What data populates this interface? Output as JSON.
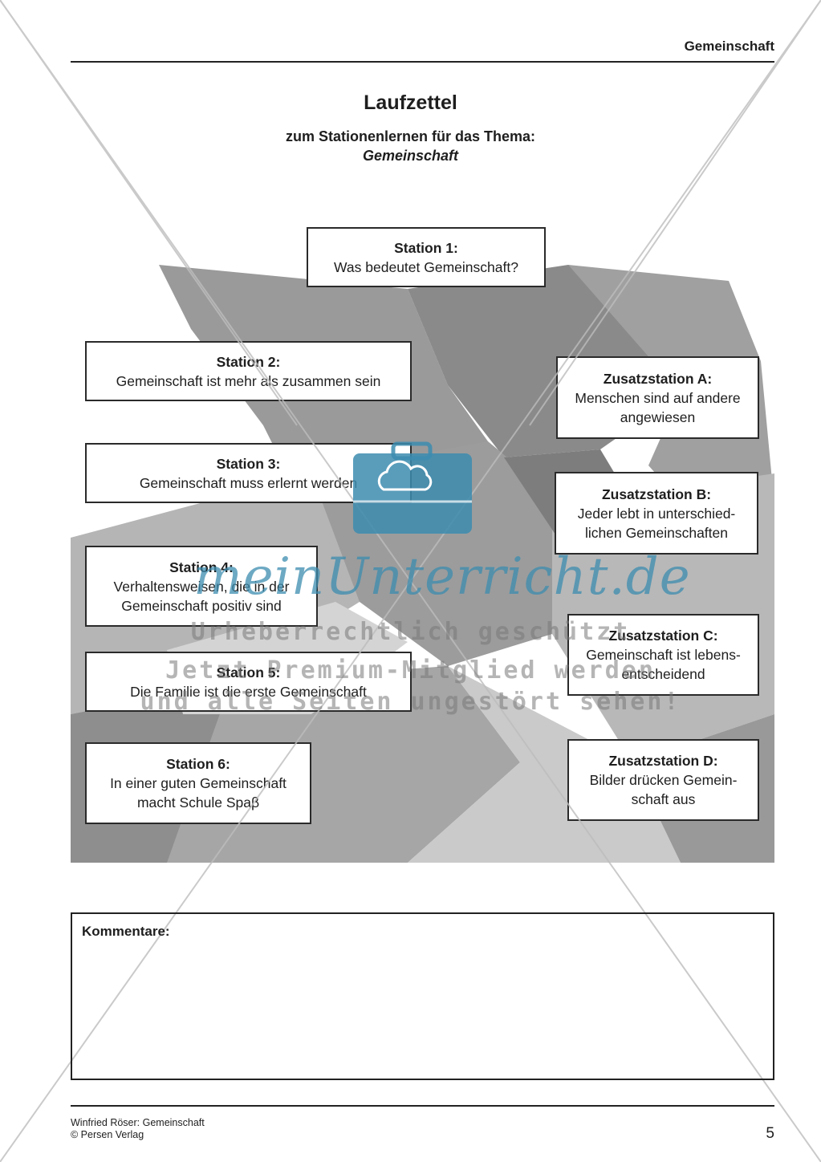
{
  "header": {
    "title": "Gemeinschaft"
  },
  "heading": {
    "title": "Laufzettel",
    "subtitle": "zum Stationenlernen für das Thema:",
    "topic": "Gemeinschaft"
  },
  "stations": [
    {
      "label": "Station 1:",
      "text": "Was bedeutet Gemeinschaft?"
    },
    {
      "label": "Station 2:",
      "text": "Gemeinschaft ist mehr als zusammen sein"
    },
    {
      "label": "Station 3:",
      "text": "Gemeinschaft muss erlernt werden"
    },
    {
      "label": "Station 4:",
      "text": "Verhaltensweisen, die in der Gemeinschaft positiv sind"
    },
    {
      "label": "Station 5:",
      "text": "Die Familie ist die erste Gemeinschaft"
    },
    {
      "label": "Station 6:",
      "text": "In einer guten Gemeinschaft macht Schule Spaβ"
    }
  ],
  "extra_stations": [
    {
      "label": "Zusatzstation A:",
      "text": "Menschen sind auf andere angewiesen"
    },
    {
      "label": "Zusatzstation B:",
      "text": "Jeder lebt in unterschied-lichen Gemeinschaften"
    },
    {
      "label": "Zusatzstation C:",
      "text": "Gemeinschaft ist lebens-entscheidend"
    },
    {
      "label": "Zusatzstation D:",
      "text": "Bilder drücken Gemein-schaft aus"
    }
  ],
  "watermark": {
    "logo": "meinUnterricht.de",
    "line1": "Urheberrechtlich geschützt",
    "line2": "Jetzt Premium-Mitglied werden",
    "line3": "und alle Seiten ungestört sehen!"
  },
  "comments": {
    "label": "Kommentare:"
  },
  "footer": {
    "author": "Winfried Röser: Gemeinschaft",
    "publisher": "© Persen Verlag",
    "page": "5"
  },
  "colors": {
    "hands_dark": "#8c8c8c",
    "hands_mid": "#a8a8a8",
    "hands_light": "#c8c8c8",
    "watermark_blue": "#3c8caf"
  }
}
